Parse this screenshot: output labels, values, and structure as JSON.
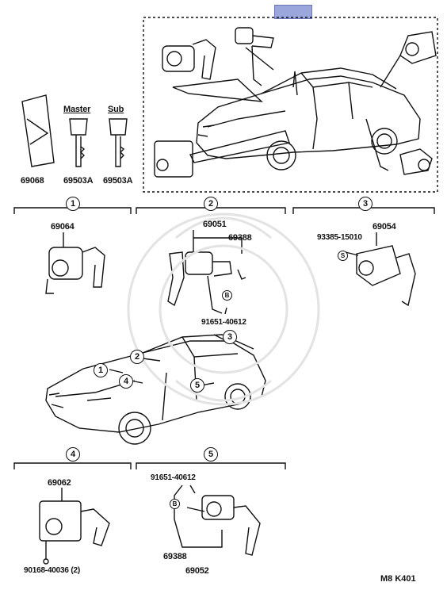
{
  "keys": {
    "master_label": "Master",
    "sub_label": "Sub"
  },
  "parts": {
    "p69068": "69068",
    "p69503A_master": "69503A",
    "p69503A_sub": "69503A",
    "p69064": "69064",
    "p69051": "69051",
    "p69388_top": "69388",
    "p91651_top": "91651-40612",
    "p93385": "93385-15010",
    "p69054": "69054",
    "p69062": "69062",
    "p90168": "90168-40036 (2)",
    "p91651_bottom": "91651-40612",
    "p69388_bottom": "69388",
    "p69052": "69052"
  },
  "sections": [
    "1",
    "2",
    "3",
    "4",
    "5"
  ],
  "markers": {
    "s": "S",
    "b": "B"
  },
  "diagram_code": "M8  K401",
  "colors": {
    "tab": "#9ba6dc",
    "ink": "#111111"
  }
}
